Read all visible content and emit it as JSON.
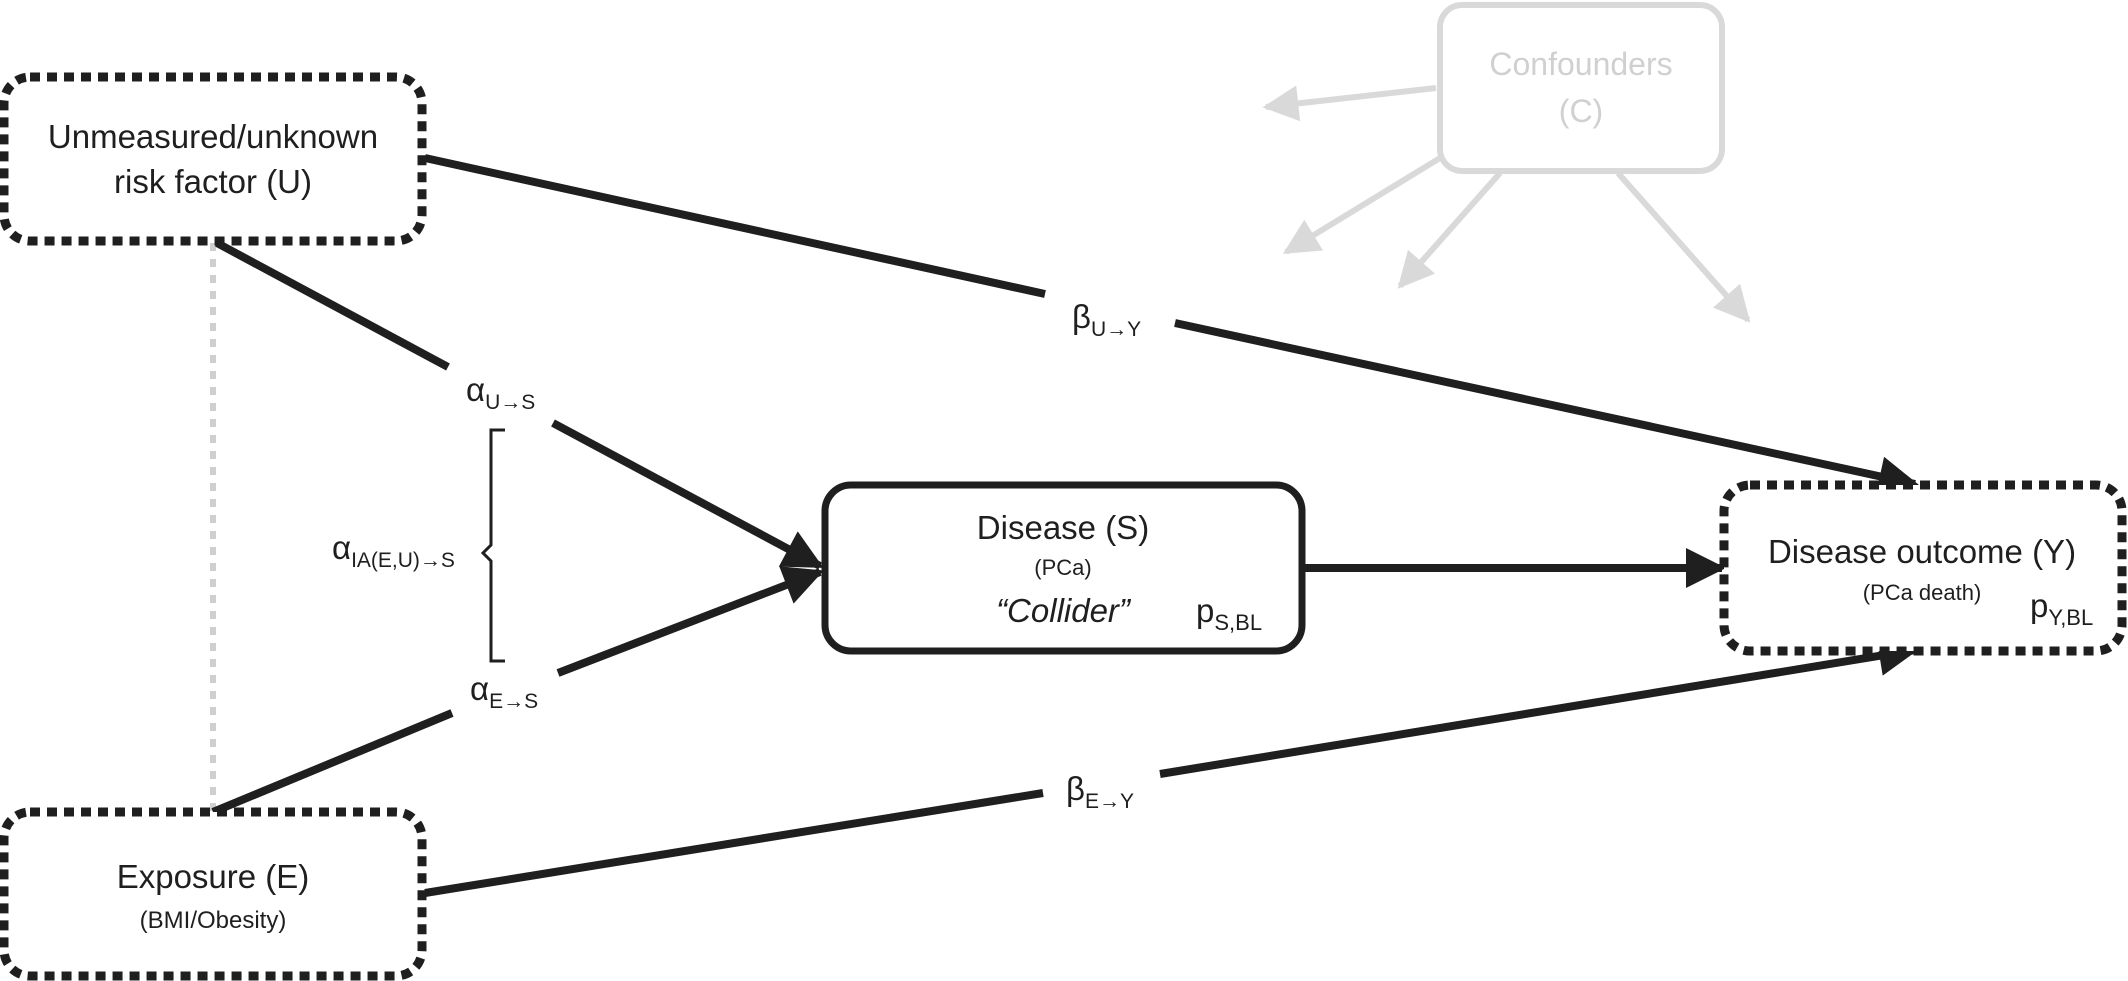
{
  "nodes": {
    "unmeasured": {
      "line1": "Unmeasured/unknown",
      "line2": "risk factor (U)"
    },
    "exposure": {
      "title": "Exposure (E)",
      "subtitle": "(BMI/Obesity)"
    },
    "disease": {
      "title": "Disease (S)",
      "subtitle": "(PCa)",
      "note": "“Collider”",
      "param_main": "p",
      "param_sub": "S,BL"
    },
    "outcome": {
      "title": "Disease outcome (Y)",
      "subtitle": "(PCa death)",
      "param_main": "p",
      "param_sub": "Y,BL"
    },
    "confounders": {
      "line1": "Confounders",
      "line2": "(C)"
    }
  },
  "edge_labels": {
    "alpha_u_s": {
      "main": "α",
      "sub": "U→S"
    },
    "alpha_e_s": {
      "main": "α",
      "sub": "E→S"
    },
    "alpha_ia": {
      "main": "α",
      "sub": "IA(E,U)→S"
    },
    "beta_u_y": {
      "main": "β",
      "sub": "U→Y"
    },
    "beta_e_y": {
      "main": "β",
      "sub": "E→Y"
    }
  },
  "colors": {
    "ink": "#1f1f1f",
    "faded": "#d9d9d9",
    "dotted_link": "#cfcfcf"
  }
}
